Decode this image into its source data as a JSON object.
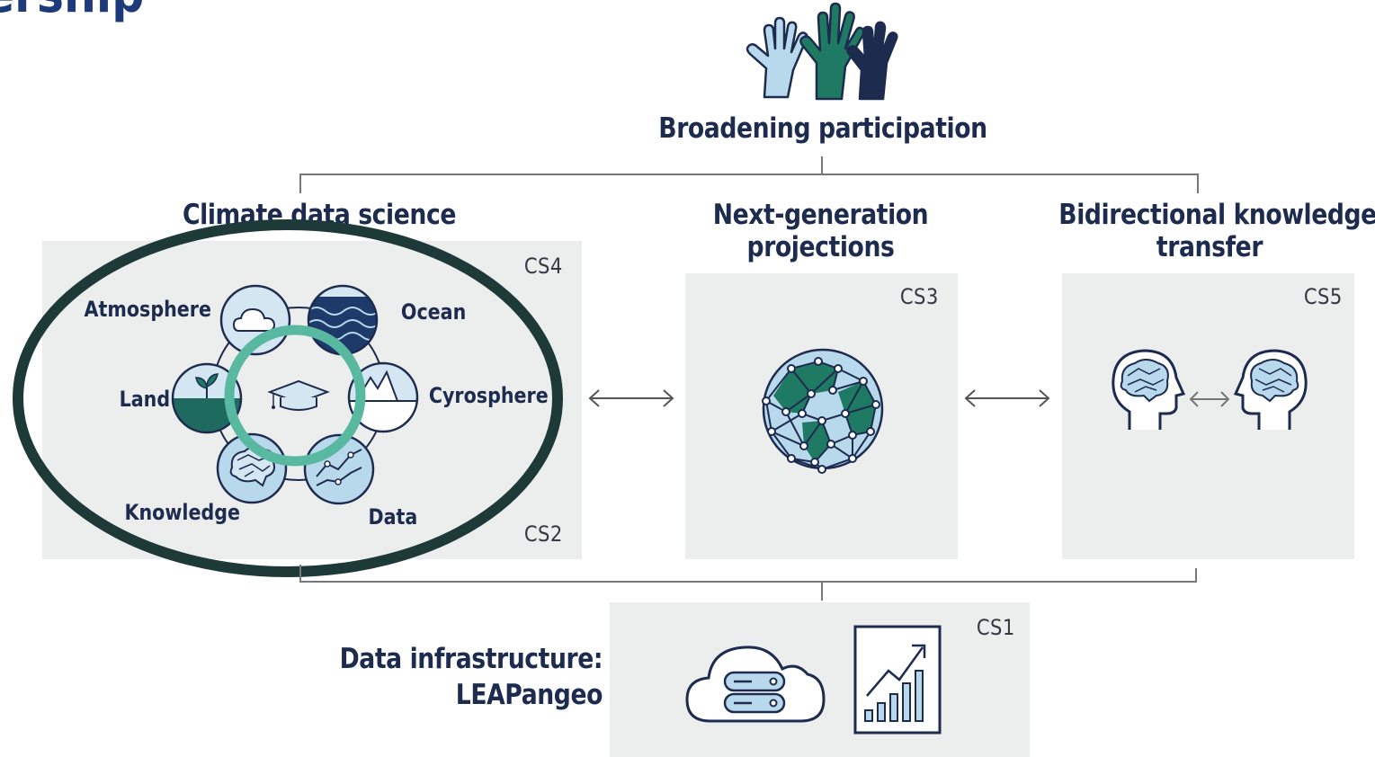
{
  "title_partial": "ership",
  "top": {
    "label": "Broadening participation"
  },
  "columns": [
    {
      "heading": "Climate data science",
      "cs_top": "CS4",
      "cs_bottom": "CS2"
    },
    {
      "heading_line1": "Next-generation",
      "heading_line2": "projections",
      "cs": "CS3"
    },
    {
      "heading_line1": "Bidirectional knowledge",
      "heading_line2": "transfer",
      "cs": "CS5"
    }
  ],
  "wheel": {
    "center_icon": "graduation-cap-icon",
    "nodes": [
      {
        "label": "Atmosphere",
        "icon": "cloud-icon"
      },
      {
        "label": "Ocean",
        "icon": "waves-icon"
      },
      {
        "label": "Cyrosphere",
        "icon": "mountain-icon"
      },
      {
        "label": "Data",
        "icon": "line-chart-icon"
      },
      {
        "label": "Knowledge",
        "icon": "brain-icon"
      },
      {
        "label": "Land",
        "icon": "sprout-icon"
      }
    ]
  },
  "infrastructure": {
    "line1": "Data infrastructure:",
    "line2": "LEAPangeo",
    "cs": "CS1"
  },
  "colors": {
    "navy": "#1d2b4f",
    "teal_dark": "#1d4a44",
    "teal": "#1f7a63",
    "mint": "#59b9a0",
    "light_blue": "#b8d8ec",
    "panel": "#eceded"
  }
}
